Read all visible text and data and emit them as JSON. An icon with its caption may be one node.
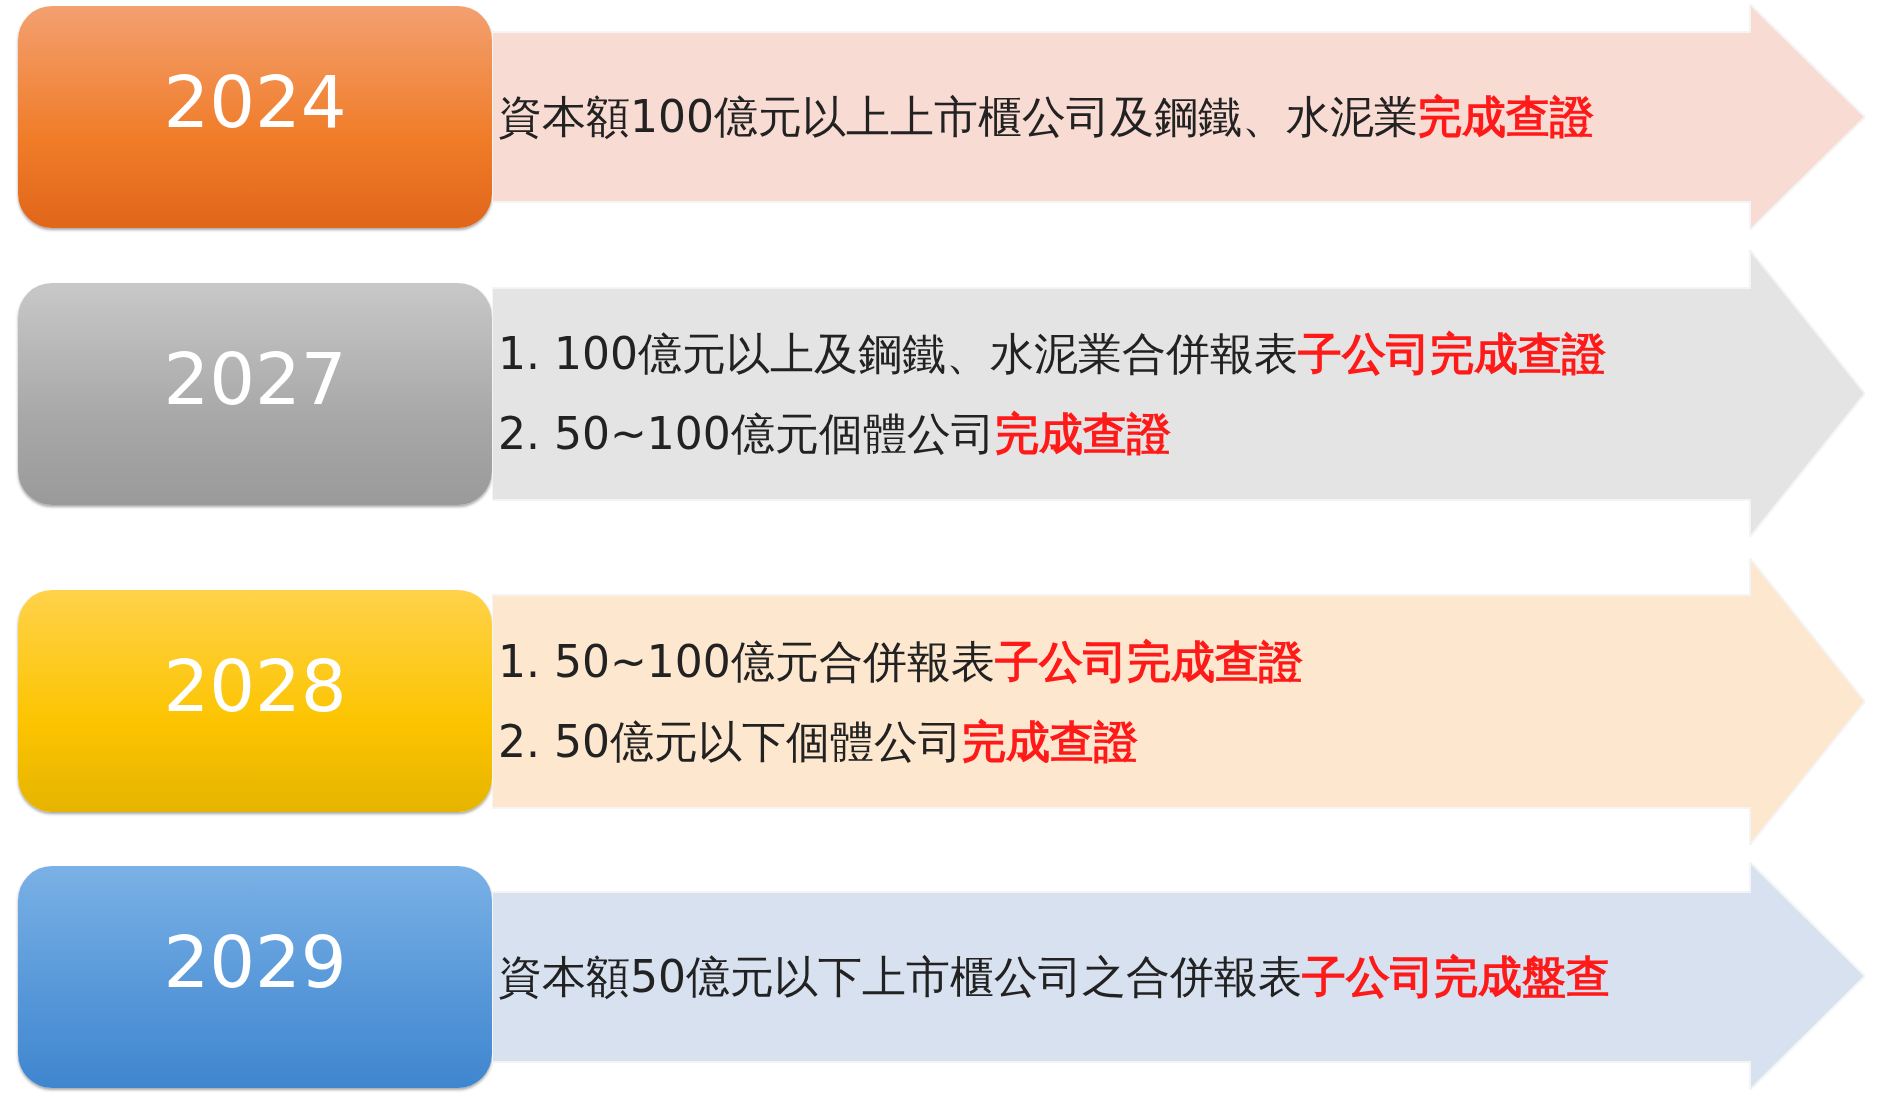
{
  "diagram": {
    "nodes": [
      {
        "text": [
          "2024"
        ]
      },
      {
        "text": [
          "資本額100億元以上上市櫃公司及鋼鐵、水泥業**完成查證**"
        ]
      },
      {
        "text": [
          "2027"
        ]
      },
      {
        "text": [
          "1. 100億元以上及鋼鐵、水泥業合併報表**子公司完成查證**",
          "2. 50~100億元個體公司**完成查證**"
        ]
      },
      {
        "text": [
          "2028"
        ]
      },
      {
        "text": [
          "1. 50~100億元合併報表**子公司完成查證**",
          "2. 50億元以下個體公司**完成查證**"
        ]
      },
      {
        "text": [
          "2029"
        ]
      },
      {
        "text": [
          "資本額50億元以下上市櫃公司之合併報表**子公司完成盤查**"
        ]
      }
    ]
  }
}
